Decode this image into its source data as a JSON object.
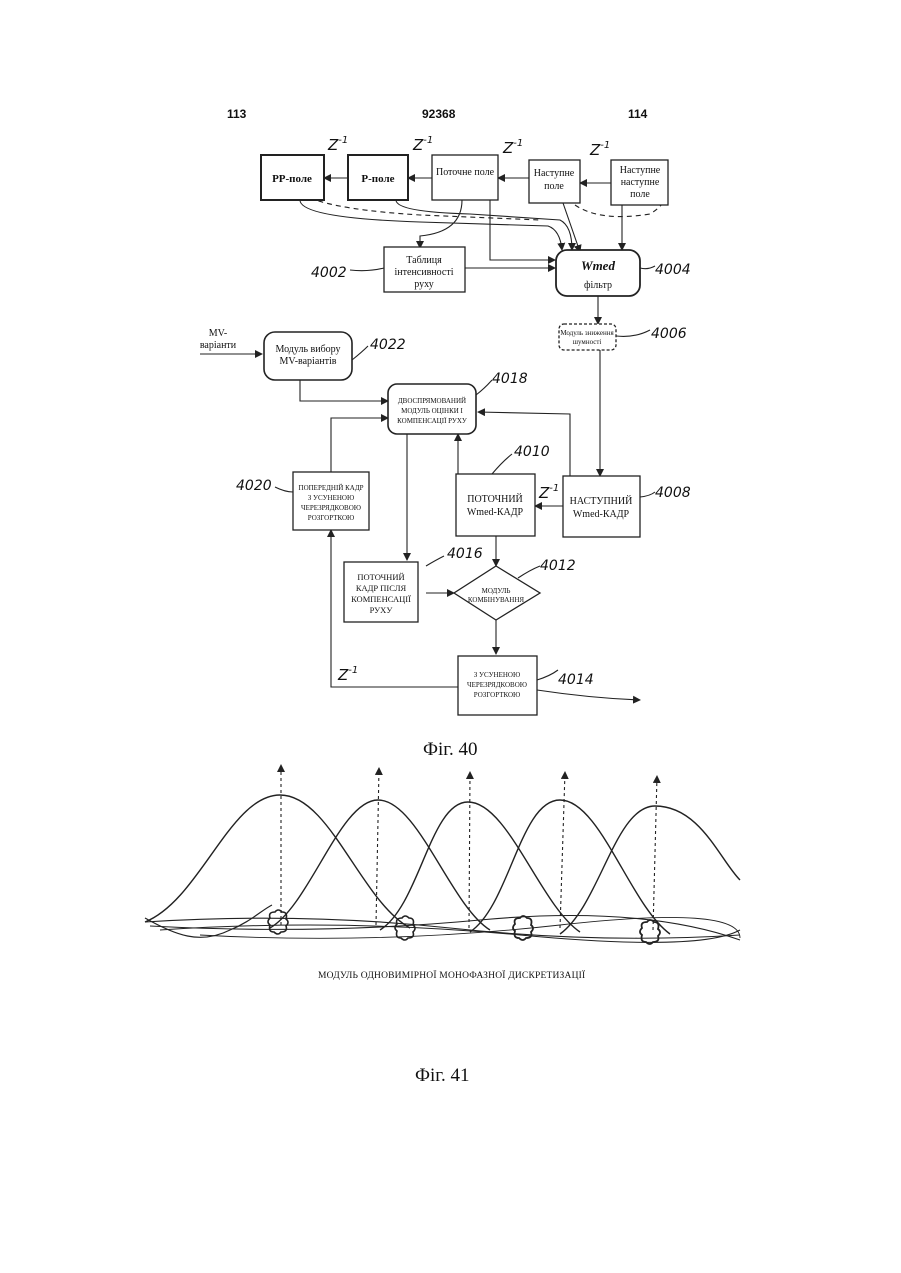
{
  "header": {
    "left": "113",
    "center": "92368",
    "right": "114"
  },
  "delay": "Z",
  "delay_exp": "-1",
  "fig40": {
    "blocks": {
      "pp_field": "РР-поле",
      "p_field": "Р-поле",
      "current_field": "Поточне поле",
      "next_field": [
        "Наступне",
        "поле"
      ],
      "next_next_field": [
        "Наступне",
        "наступне",
        "поле"
      ],
      "motion_table": [
        "Таблиця",
        "інтенсивності",
        "руху"
      ],
      "wmed_filter": [
        "Wmed",
        "фільтр"
      ],
      "noise_module": [
        "Модуль зниження",
        "шумності"
      ],
      "mv_select": [
        "Модуль вибору",
        "MV-варіантів"
      ],
      "mv_input": [
        "MV-",
        "варіанти"
      ],
      "bidir": [
        "ДВОСПРЯМОВАНИЙ",
        "МОДУЛЬ ОЦІНКИ І",
        "КОМПЕНСАЦІЇ РУХУ"
      ],
      "prev_frame": [
        "ПОПЕРЕДНІЙ КАДР",
        "З УСУНЕНОЮ",
        "ЧЕРЕЗРЯДКОВОЮ",
        "РОЗГОРТКОЮ"
      ],
      "current_wmed": [
        "ПОТОЧНИЙ",
        "Wmed-КАДР"
      ],
      "next_wmed": [
        "НАСТУПНИЙ",
        "Wmed-КАДР"
      ],
      "compensated": [
        "ПОТОЧНИЙ",
        "КАДР ПІСЛЯ",
        "КОМПЕНСАЦІЇ",
        "РУХУ"
      ],
      "combiner": [
        "МОДУЛЬ",
        "КОМБІНУВАННЯ"
      ],
      "output": [
        "З УСУНЕНОЮ",
        "ЧЕРЕЗРЯДКОВОЮ",
        "РОЗГОРТКОЮ"
      ]
    },
    "refs": {
      "r4002": "4002",
      "r4004": "4004",
      "r4006": "4006",
      "r4022": "4022",
      "r4018": "4018",
      "r4010": "4010",
      "r4020": "4020",
      "r4008": "4008",
      "r4016": "4016",
      "r4012": "4012",
      "r4014": "4014"
    },
    "caption": "Фіг. 40"
  },
  "fig41": {
    "axis_caption": "МОДУЛЬ ОДНОВИМІРНОЇ МОНОФАЗНОЇ ДИСКРЕТИЗАЦІЇ",
    "caption": "Фіг. 41"
  }
}
